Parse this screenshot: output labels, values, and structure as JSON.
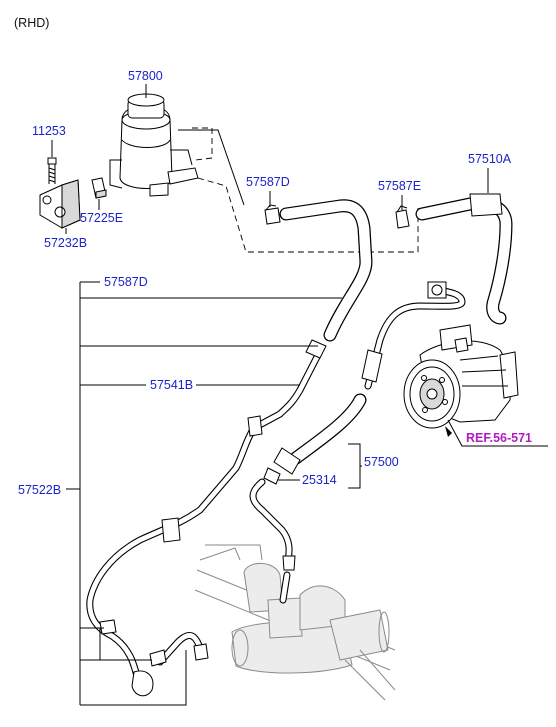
{
  "header": {
    "variant": "(RHD)"
  },
  "labels": {
    "p57800": "57800",
    "p11253": "11253",
    "p57225E": "57225E",
    "p57232B": "57232B",
    "p57587D_top": "57587D",
    "p57587E": "57587E",
    "p57510A": "57510A",
    "p57587D_left": "57587D",
    "p57541B": "57541B",
    "p57522B": "57522B",
    "p57500": "57500",
    "p25314": "25314"
  },
  "reference": {
    "text": "REF.56-571"
  },
  "colors": {
    "part_number": "#1a24c8",
    "reference": "#b01ec0",
    "line": "#000000",
    "background": "#ffffff"
  }
}
